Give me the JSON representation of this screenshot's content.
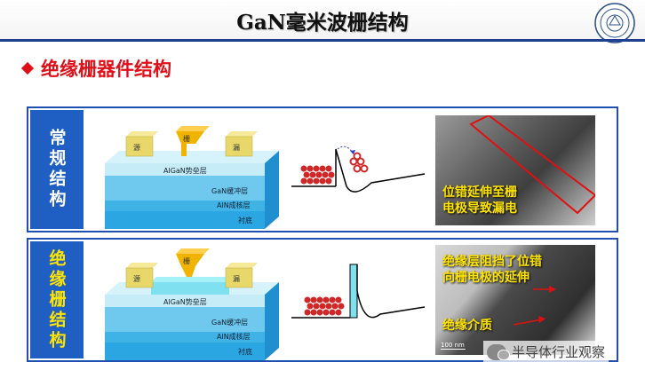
{
  "header": {
    "title": "GaN毫米波栅结构"
  },
  "section": {
    "subtitle": "绝缘栅器件结构"
  },
  "panel_conventional": {
    "side_label": "常规结构",
    "layers": {
      "barrier": "AlGaN势垒层",
      "buffer": "GaN缓冲层",
      "nucleation": "AlN成核层",
      "substrate": "衬底"
    },
    "electrodes": {
      "source": "源",
      "gate": "栅",
      "drain": "漏"
    },
    "photo_caption_line1": "位错延伸至栅",
    "photo_caption_line2": "电极导致漏电"
  },
  "panel_insulated": {
    "side_label": "绝缘栅结构",
    "layers": {
      "barrier": "AlGaN势垒层",
      "buffer": "GaN缓冲层",
      "nucleation": "AlN成核层",
      "substrate": "衬底"
    },
    "electrodes": {
      "source": "源",
      "gate": "栅",
      "drain": "漏"
    },
    "photo_caption_line1": "绝缘层阻挡了位错",
    "photo_caption_line2": "向栅电极的延伸",
    "photo_label": "绝缘介质",
    "scale_bar": "100 nm"
  },
  "watermark": {
    "text": "半导体行业观察"
  },
  "colors": {
    "title_rule": "#1f3f8f",
    "accent_red": "#e0101a",
    "side_blue": "#1f5fc4",
    "caption_yellow": "#ffe400",
    "layer_light": "#c6ecf7",
    "layer_mid": "#6fc8ee",
    "layer_dark": "#2aa6e2",
    "electrode": "#e8d86a",
    "gate": "#f0b400",
    "electron": "#d02828",
    "insulator": "#7fe0f0"
  },
  "icons": [
    "university-seal-icon",
    "wechat-icon"
  ]
}
